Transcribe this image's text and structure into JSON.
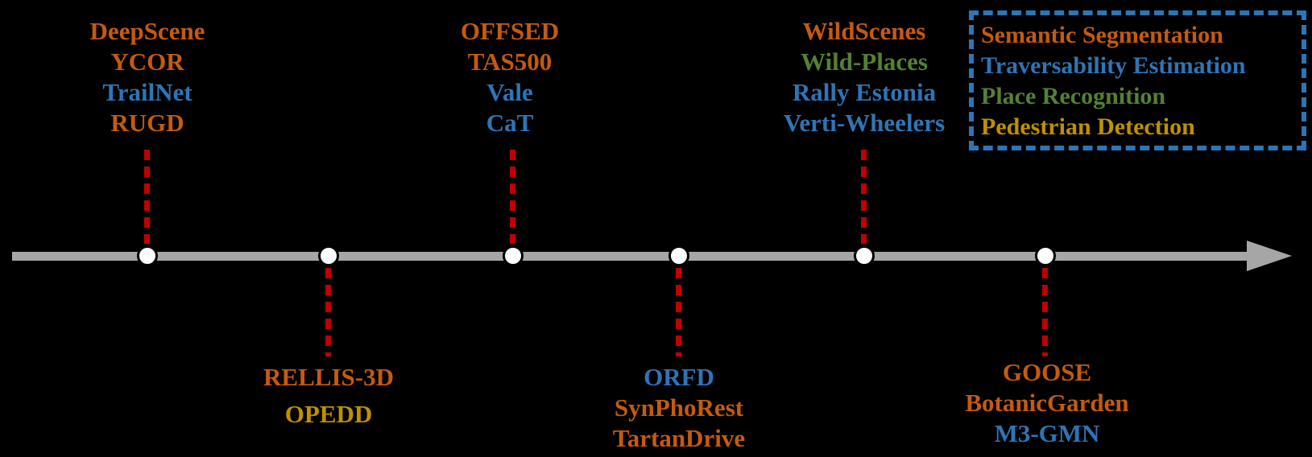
{
  "figure": {
    "description": "Timeline of off-road / outdoor datasets, color-coded by task",
    "background_color": "#000000"
  },
  "colors": {
    "semantic_segmentation": "#C55A11",
    "traversability_estimation": "#2E75B6",
    "place_recognition": "#538135",
    "pedestrian_detection": "#BF9000",
    "connector_red": "#C00000",
    "axis_gray": "#A6A6A6",
    "node_fill": "#FFFFFF",
    "node_outline": "#000000",
    "legend_border": "#2E75B6"
  },
  "legend": {
    "items": [
      {
        "label": "Semantic Segmentation",
        "task": "semantic_segmentation",
        "color": "#C55A11"
      },
      {
        "label": "Traversability Estimation",
        "task": "traversability_estimation",
        "color": "#2E75B6"
      },
      {
        "label": "Place Recognition",
        "task": "place_recognition",
        "color": "#538135"
      },
      {
        "label": "Pedestrian Detection",
        "task": "pedestrian_detection",
        "color": "#BF9000"
      }
    ]
  },
  "timeline": {
    "groups": [
      {
        "side": "above",
        "items": [
          {
            "text": "DeepScene",
            "color": "#C55A11"
          },
          {
            "text": "YCOR",
            "color": "#C55A11"
          },
          {
            "text": "TrailNet",
            "color": "#2E75B6"
          },
          {
            "text": "RUGD",
            "color": "#C55A11"
          }
        ]
      },
      {
        "side": "below",
        "items": [
          {
            "text": "RELLIS-3D",
            "color": "#C55A11"
          },
          {
            "text": "OPEDD",
            "color": "#BF9000"
          }
        ]
      },
      {
        "side": "above",
        "items": [
          {
            "text": "OFFSED",
            "color": "#C55A11"
          },
          {
            "text": "TAS500",
            "color": "#C55A11"
          },
          {
            "text": "Vale",
            "color": "#2E75B6"
          },
          {
            "text": "CaT",
            "color": "#2E75B6"
          }
        ]
      },
      {
        "side": "below",
        "items": [
          {
            "text": "ORFD",
            "color": "#2E75B6"
          },
          {
            "text": "SynPhoRest",
            "color": "#C55A11"
          },
          {
            "text": "TartanDrive",
            "color": "#C55A11"
          }
        ]
      },
      {
        "side": "above",
        "items": [
          {
            "text": "WildScenes",
            "color": "#C55A11"
          },
          {
            "text": "Wild-Places",
            "color": "#538135"
          },
          {
            "text": "Rally Estonia",
            "color": "#2E75B6"
          },
          {
            "text": "Verti-Wheelers",
            "color": "#2E75B6"
          }
        ]
      },
      {
        "side": "below",
        "items": [
          {
            "text": "GOOSE",
            "color": "#C55A11"
          },
          {
            "text": "BotanicGarden",
            "color": "#C55A11"
          },
          {
            "text": "M3-GMN",
            "color": "#2E75B6"
          }
        ]
      }
    ]
  }
}
